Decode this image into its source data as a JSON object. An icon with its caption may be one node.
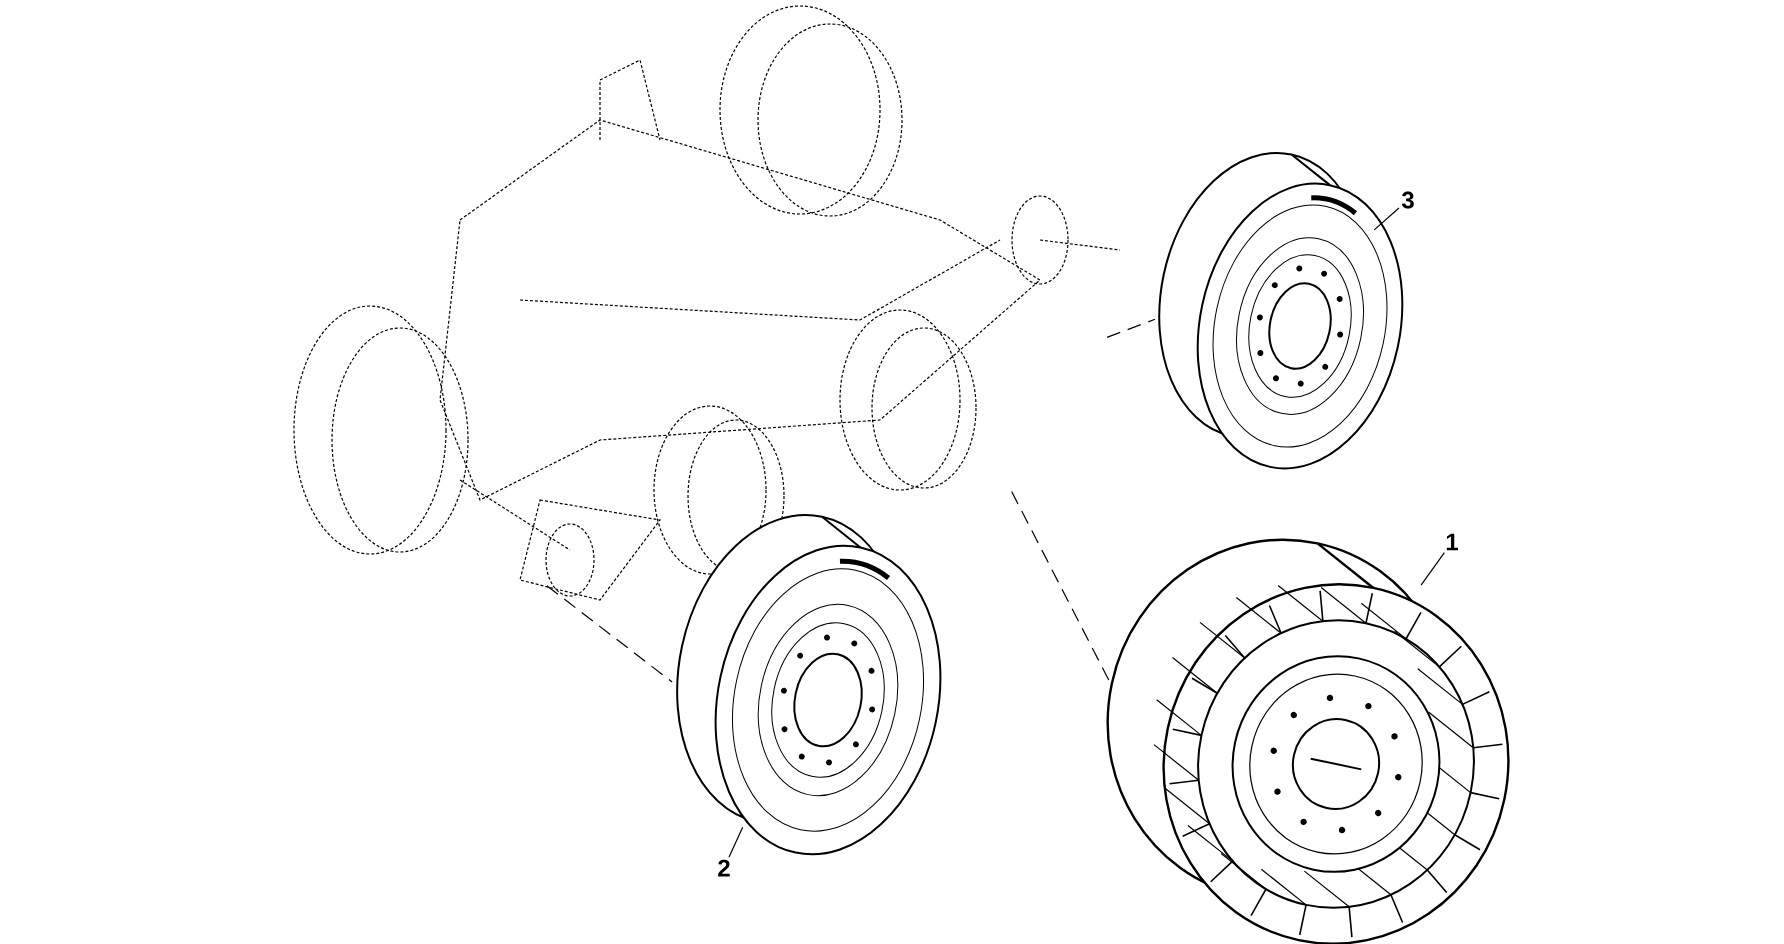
{
  "diagram": {
    "nodes": [
      {
        "text": [],
        "shape": "picture"
      },
      {
        "text": [
          "3"
        ]
      },
      {
        "text": [],
        "shape": "picture"
      },
      {
        "text": [
          "1"
        ]
      },
      {
        "text": [],
        "shape": "picture"
      },
      {
        "text": [],
        "shape": "picture"
      },
      {
        "text": [
          "2"
        ]
      }
    ],
    "edges": [
      {
        "from": 1,
        "to": 2,
        "arrow": "none"
      },
      {
        "from": 3,
        "to": 4,
        "arrow": "none"
      },
      {
        "from": 6,
        "to": 5,
        "arrow": "none"
      },
      {
        "from": 0,
        "to": 2,
        "arrow": "none",
        "style": "dashed"
      },
      {
        "from": 0,
        "to": 4,
        "arrow": "none",
        "style": "dashed"
      },
      {
        "from": 0,
        "to": 5,
        "arrow": "none",
        "style": "dashed"
      }
    ]
  }
}
